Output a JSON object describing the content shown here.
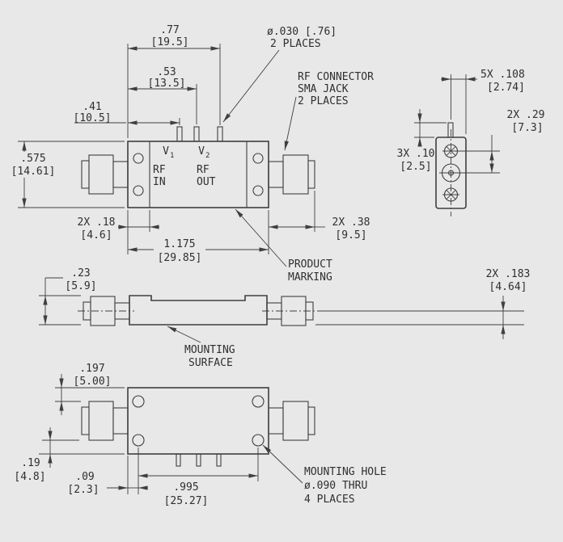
{
  "colors": {
    "background": "#e8e8e8",
    "line": "#3f3f3f",
    "text": "#2f2f2f"
  },
  "top_view": {
    "v1": {
      "base": "V",
      "sub": "1"
    },
    "v2": {
      "base": "V",
      "sub": "2"
    },
    "rf_in": {
      "line1": "RF",
      "line2": "IN"
    },
    "rf_out": {
      "line1": "RF",
      "line2": "OUT"
    }
  },
  "dims": {
    "d41": {
      "inch": ".41",
      "mm": "[10.5]"
    },
    "d53": {
      "inch": ".53",
      "mm": "[13.5]"
    },
    "d77": {
      "inch": ".77",
      "mm": "[19.5]"
    },
    "d575": {
      "inch": ".575",
      "mm": "[14.61]"
    },
    "d18": {
      "inch": "2X .18",
      "mm": "[4.6]"
    },
    "d1175": {
      "inch": "1.175",
      "mm": "[29.85]"
    },
    "d38": {
      "inch": "2X .38",
      "mm": "[9.5]"
    },
    "d108": {
      "inch": "5X .108",
      "mm": "[2.74]"
    },
    "d29": {
      "inch": "2X .29",
      "mm": "[7.3]"
    },
    "d10": {
      "inch": "3X .10",
      "mm": "[2.5]"
    },
    "d23": {
      "inch": ".23",
      "mm": "[5.9]"
    },
    "d183": {
      "inch": "2X .183",
      "mm": "[4.64]"
    },
    "d197": {
      "inch": ".197",
      "mm": "[5.00]"
    },
    "d19": {
      "inch": ".19",
      "mm": "[4.8]"
    },
    "d09": {
      "inch": ".09",
      "mm": "[2.3]"
    },
    "d995": {
      "inch": ".995",
      "mm": "[25.27]"
    }
  },
  "notes": {
    "pin_dia": {
      "line1": "ø.030 [.76]",
      "line2": "2 PLACES"
    },
    "rf_connector": {
      "line1": "RF CONNECTOR",
      "line2": "SMA JACK",
      "line3": "2 PLACES"
    },
    "product_marking": {
      "line1": "PRODUCT",
      "line2": "MARKING"
    },
    "mounting_surface": {
      "line1": "MOUNTING",
      "line2": "SURFACE"
    },
    "mounting_hole": {
      "line1": "MOUNTING HOLE",
      "line2": "ø.090 THRU",
      "line3": "4 PLACES"
    }
  }
}
